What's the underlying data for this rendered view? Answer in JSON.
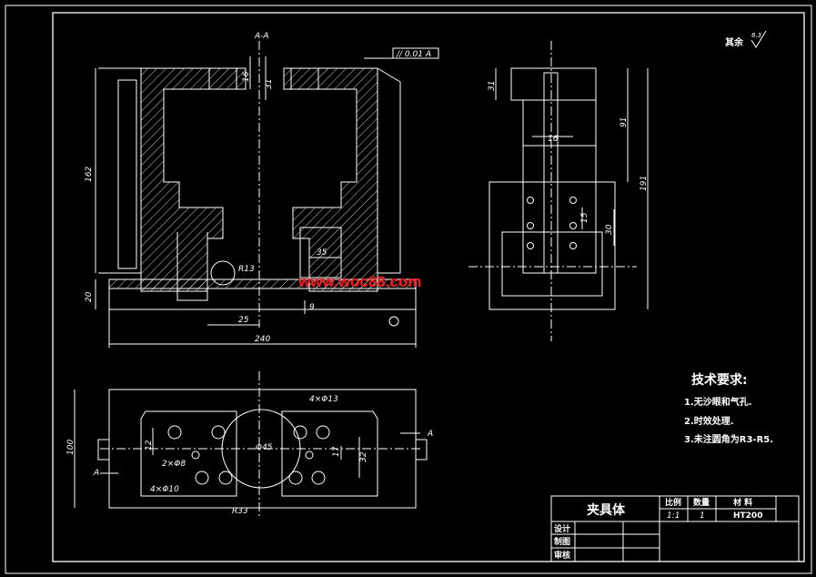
{
  "colors": {
    "background": "#000000",
    "lines": "#ffffff",
    "watermark": "#ff1a1a"
  },
  "section_label": "A-A",
  "tolerance_frame": "// 0.01 A",
  "roughness_note": "其余",
  "roughness_value": "6.3",
  "front_view_dims": {
    "height_total": "162",
    "base_height": "20",
    "slot_16": "16",
    "slot_31": "31",
    "radius": "R13",
    "slot_35": "35",
    "offset_25": "25",
    "gap_9": "9",
    "length_total": "240"
  },
  "side_view_dims": {
    "top_31": "31",
    "width_16": "16",
    "height_91": "91",
    "height_191": "191",
    "hole_15": "15",
    "hole_30": "30"
  },
  "top_view_dims": {
    "width_100": "100",
    "holes_4x13": "4×Φ13",
    "hole_12": "12",
    "holes_2x8": "2×Φ8",
    "holes_4x10": "4×Φ10",
    "dia_45": "Φ45",
    "r33": "R33",
    "d17": "17",
    "d32": "32",
    "marker_a_left": "A",
    "marker_a_right": "A"
  },
  "tech_requirements": {
    "title": "技术要求:",
    "items": [
      "1.无沙眼和气孔.",
      "2.时效处理.",
      "3.未注圆角为R3-R5."
    ]
  },
  "title_block": {
    "part_name": "夹具体",
    "scale_label": "比例",
    "qty_label": "数量",
    "material_label": "材 料",
    "scale_value": "1:1",
    "qty_value": "1",
    "material_value": "HT200",
    "row_design": "设计",
    "row_draw": "制图",
    "row_check": "审核"
  },
  "watermark": "www.woc88.com"
}
